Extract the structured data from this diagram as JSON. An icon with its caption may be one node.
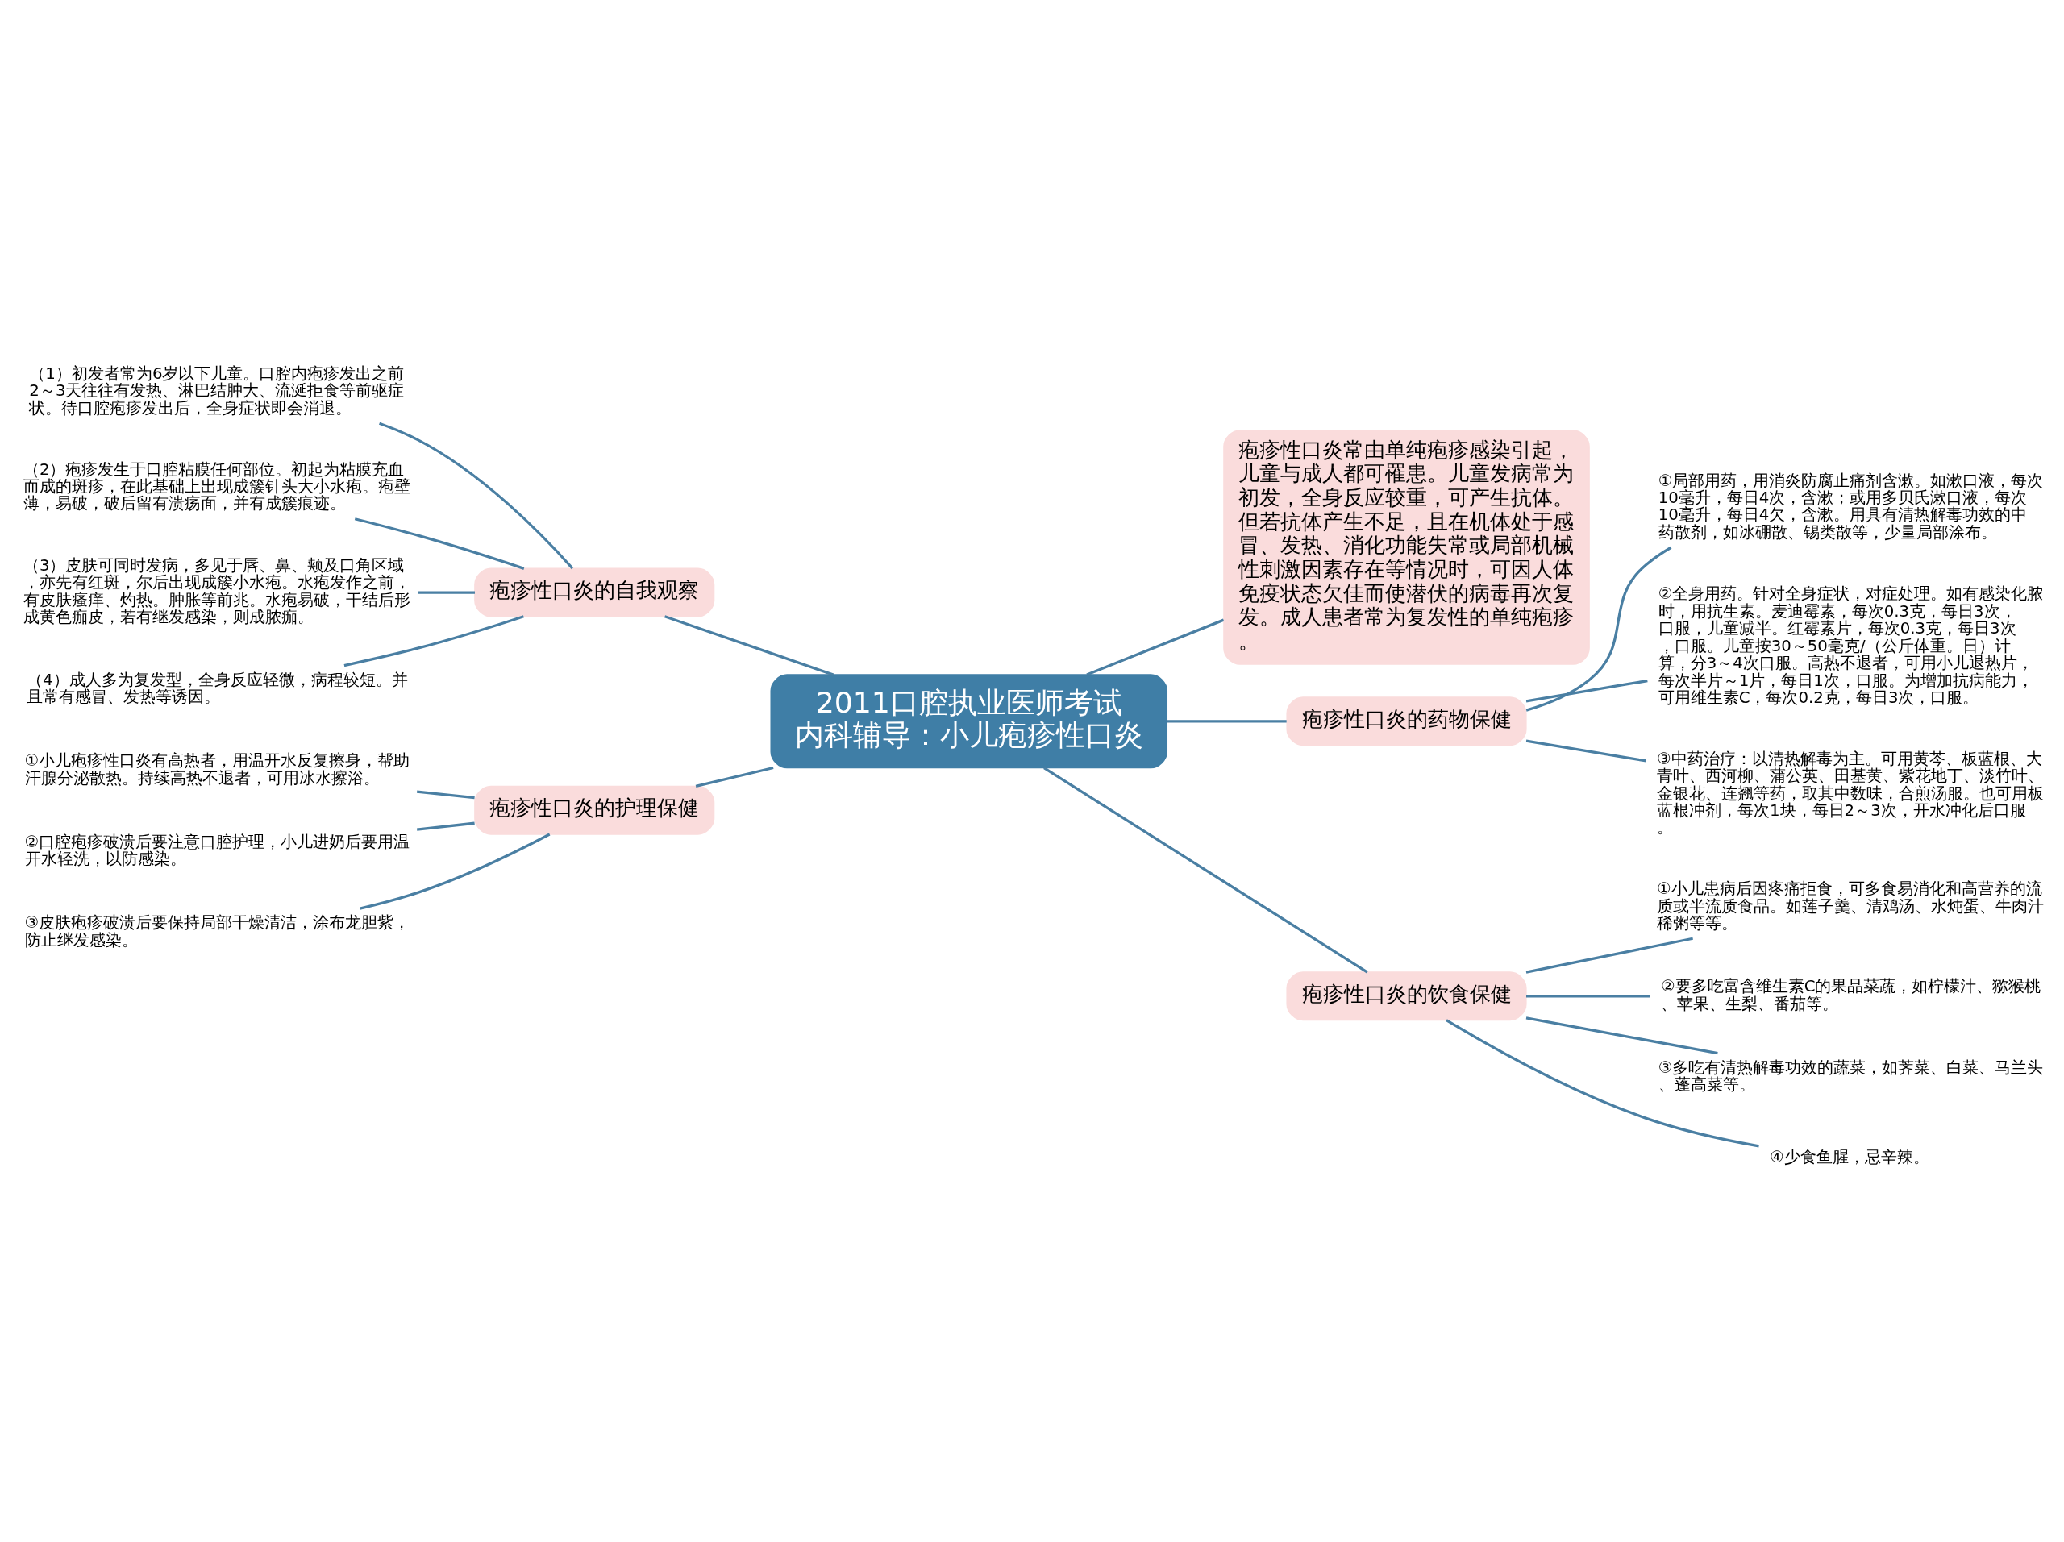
{
  "diagram": {
    "nodes": [
      {
        "text": [
          "2011口腔执业医师考试内科辅导：小儿疱疹性口炎"
        ]
      },
      {
        "text": [
          "疱疹性口炎的自我观察"
        ]
      },
      {
        "text": [
          "（1）初发者常为6岁以下儿童。口腔内疱疹发出之前2～3天往往有发热、淋巴结肿大、流涎拒食等前驱症状。待口腔疱疹发出后，全身症状即会消退。"
        ]
      },
      {
        "text": [
          "（2）疱疹发生于口腔粘膜任何部位。初起为粘膜充血而成的斑疹，在此基础上出现成簇针头大小水疱。疱壁薄，易破，破后留有溃疡面，并有成簇痕迹。"
        ]
      },
      {
        "text": [
          "（3）皮肤可同时发病，多见于唇、鼻、颊及口角区域，亦先有红斑，尔后出现成簇小水疱。水疱发作之前，有皮肤瘙痒、灼热。肿胀等前兆。水疱易破，干结后形成黄色痂皮，若有继发感染，则成脓痂。"
        ]
      },
      {
        "text": [
          "（4）成人多为复发型，全身反应轻微，病程较短。并且常有感冒、发热等诱因。"
        ]
      },
      {
        "text": [
          "疱疹性口炎的护理保健"
        ]
      },
      {
        "text": [
          "①小儿疱疹性口炎有高热者，用温开水反复擦身，帮助汗腺分泌散热。持续高热不退者，可用冰水擦浴。"
        ]
      },
      {
        "text": [
          "②口腔疱疹破溃后要注意口腔护理，小儿进奶后要用温开水轻洗，以防感染。"
        ]
      },
      {
        "text": [
          "③皮肤疱疹破溃后要保持局部干燥清洁，涂布龙胆紫，防止继发感染。"
        ]
      },
      {
        "text": [
          "疱疹性口炎常由单纯疱疹感染引起，儿童与成人都可罹患。儿童发病常为初发，全身反应较重，可产生抗体。但若抗体产生不足，且在机体处于感冒、发热、消化功能失常或局部机械性刺激因素存在等情况时，可因人体免疫状态欠佳而使潜伏的病毒再次复发。成人患者常为复发性的单纯疱疹。"
        ]
      },
      {
        "text": [
          "疱疹性口炎的药物保健"
        ]
      },
      {
        "text": [
          "①局部用药，用消炎防腐止痛剂含漱。如漱口液，每次10毫升，每日4次，含漱；或用多贝氏漱口液，每次10毫升，每日4欠，含漱。用具有清热解毒功效的中药散剂，如冰硼散、锡类散等，少量局部涂布。"
        ]
      },
      {
        "text": [
          "②全身用药。针对全身症状，对症处理。如有感染化脓时，用抗生素。麦迪霉素，每次0.3克，每日3次，口服，儿童减半。红霉素片，每次0.3克，每日3次，口服。儿童按30～50毫克/（公斤体重。日）计算，分3～4次口服。高热不退者，可用小儿退热片，每次半片～1片，每日1次，口服。为增加抗病能力，可用维生素C，每次0.2克，每日3次，口服。"
        ]
      },
      {
        "text": [
          "③中药治疗：以清热解毒为主。可用黄芩、板蓝根、大青叶、西河柳、蒲公英、田基黄、紫花地丁、淡竹叶、金银花、连翘等药，取其中数味，合煎汤服。也可用板蓝根冲剂，每次1块，每日2～3次，开水冲化后口服。"
        ]
      },
      {
        "text": [
          "疱疹性口炎的饮食保健"
        ]
      },
      {
        "text": [
          "①小儿患病后因疼痛拒食，可多食易消化和高营养的流质或半流质食品。如莲子羹、清鸡汤、水炖蛋、牛肉汁稀粥等等。"
        ]
      },
      {
        "text": [
          "②要多吃富含维生素C的果品菜蔬，如柠檬汁、猕猴桃、苹果、生梨、番茄等。"
        ]
      },
      {
        "text": [
          "③多吃有清热解毒功效的蔬菜，如荠菜、白菜、马兰头、蓬高菜等。"
        ]
      },
      {
        "text": [
          "④少食鱼腥，忌辛辣。"
        ]
      }
    ],
    "edges": [
      {
        "from": 0,
        "to": 1,
        "arrow": "none"
      },
      {
        "from": 1,
        "to": 2,
        "arrow": "none"
      },
      {
        "from": 1,
        "to": 3,
        "arrow": "none"
      },
      {
        "from": 1,
        "to": 4,
        "arrow": "none"
      },
      {
        "from": 1,
        "to": 5,
        "arrow": "none"
      },
      {
        "from": 0,
        "to": 6,
        "arrow": "none"
      },
      {
        "from": 6,
        "to": 7,
        "arrow": "none"
      },
      {
        "from": 6,
        "to": 8,
        "arrow": "none"
      },
      {
        "from": 6,
        "to": 9,
        "arrow": "none"
      },
      {
        "from": 0,
        "to": 10,
        "arrow": "none"
      },
      {
        "from": 0,
        "to": 11,
        "arrow": "none"
      },
      {
        "from": 11,
        "to": 12,
        "arrow": "none"
      },
      {
        "from": 11,
        "to": 13,
        "arrow": "none"
      },
      {
        "from": 11,
        "to": 14,
        "arrow": "none"
      },
      {
        "from": 0,
        "to": 15,
        "arrow": "none"
      },
      {
        "from": 15,
        "to": 16,
        "arrow": "none"
      },
      {
        "from": 15,
        "to": 17,
        "arrow": "none"
      },
      {
        "from": 15,
        "to": 18,
        "arrow": "none"
      },
      {
        "from": 15,
        "to": 19,
        "arrow": "none"
      }
    ]
  }
}
